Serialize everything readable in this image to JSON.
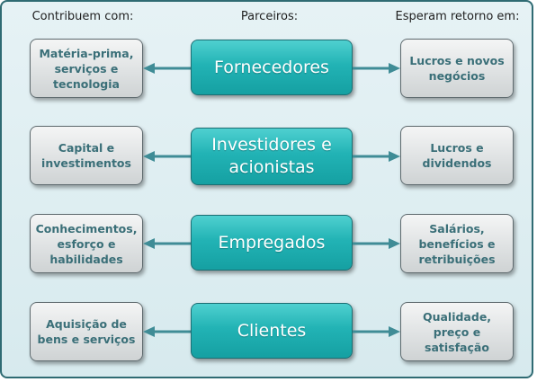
{
  "headers": {
    "contribute": "Contribuem com:",
    "partners": "Parceiros:",
    "expect": "Esperam retorno em:"
  },
  "rows": [
    {
      "contribution": [
        "Matéria-prima,",
        "serviços e",
        "tecnologia"
      ],
      "partner": [
        "Fornecedores"
      ],
      "return": [
        "Lucros e novos",
        "negócios"
      ]
    },
    {
      "contribution": [
        "Capital e",
        "investimentos"
      ],
      "partner": [
        "Investidores e",
        "acionistas"
      ],
      "return": [
        "Lucros e",
        "dividendos"
      ]
    },
    {
      "contribution": [
        "Conhecimentos,",
        "esforço e",
        "habilidades"
      ],
      "partner": [
        "Empregados"
      ],
      "return": [
        "Salários,",
        "benefícios e",
        "retribuições"
      ]
    },
    {
      "contribution": [
        "Aquisição de",
        "bens e serviços"
      ],
      "partner": [
        "Clientes"
      ],
      "return": [
        "Qualidade,",
        "preço e",
        "satisfação"
      ]
    }
  ],
  "colors": {
    "partner_box": "#22b3b5",
    "side_text": "#3a6f78",
    "arrow": "#3f8c96",
    "frame_border": "#2f6b73"
  }
}
